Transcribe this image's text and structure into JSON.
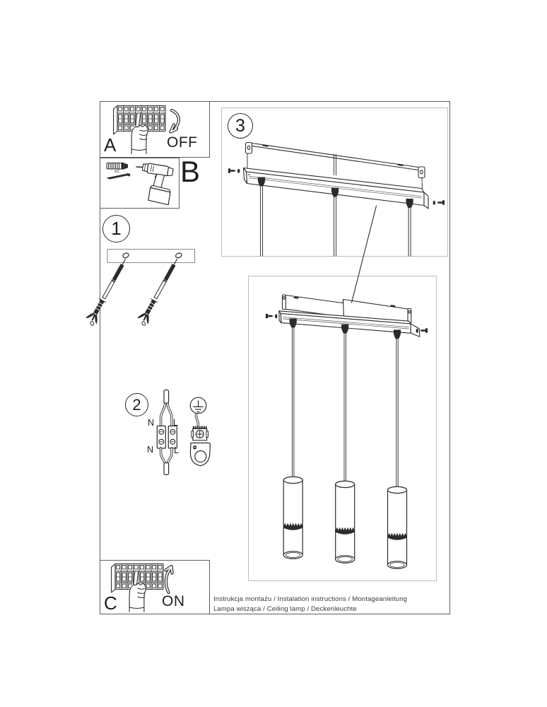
{
  "sheet": {
    "caption_line1": "Instrukcja montażu / Instalation instructions / Montageanleitung",
    "caption_line2": "Lampa wisząca / Ceiling lamp / Deckenleuchte"
  },
  "step_a": {
    "label": "A",
    "state": "OFF"
  },
  "step_b": {
    "label": "B",
    "qty": "x2"
  },
  "step_c": {
    "label": "C",
    "state": "ON"
  },
  "step_1": {
    "number": "1"
  },
  "step_2": {
    "number": "2",
    "n_top": "N",
    "l_top": "L",
    "n_bottom": "N",
    "l_bottom": "L"
  },
  "step_3": {
    "number": "3"
  },
  "colors": {
    "ink": "#2b2b2b",
    "frame": "#5f5f5f",
    "light_frame": "#bdbdbd",
    "caption_text": "#3c3c3c"
  },
  "icons": [
    "circuit-breaker-icon",
    "pressing-hand-icon",
    "curved-arrow-down-icon",
    "curved-arrow-up-icon",
    "wall-plug-icon",
    "screw-icon",
    "drill-icon",
    "mounting-plate-icon",
    "anchor-screw-icon",
    "power-cable-icon",
    "terminal-block-icon",
    "earth-symbol-icon",
    "strain-relief-icon",
    "ceiling-bracket-icon",
    "canopy-rail-icon",
    "cord-grommet-icon",
    "side-screw-icon",
    "pendant-cord-icon",
    "pendant-shade-icon",
    "leader-line"
  ]
}
